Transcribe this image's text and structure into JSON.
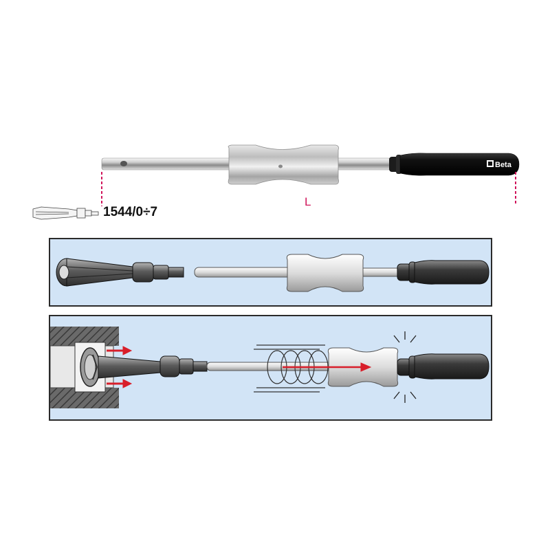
{
  "main_tool": {
    "brand": "Beta",
    "length_label": "L",
    "part_number": "1544/0÷7"
  },
  "colors": {
    "dimension_marker": "#d0145a",
    "arrow": "#d81e2a",
    "panel_background": "#d2e4f6"
  },
  "icons": [
    "puller-attachment-icon",
    "beta-logo-icon"
  ]
}
